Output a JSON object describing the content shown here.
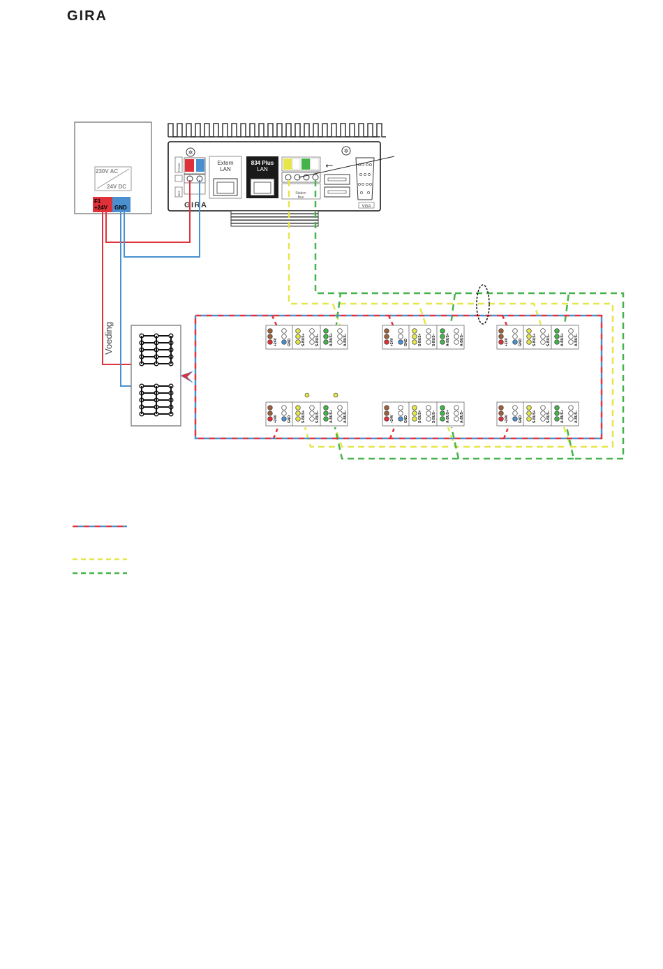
{
  "header": {
    "logo": "GIRA"
  },
  "psu": {
    "input_label": "230V AC",
    "output_label": "24V DC",
    "f1": "F1",
    "plus": "+24V",
    "gnd": "GND"
  },
  "server": {
    "brand": "GIRA",
    "power_label": "Power",
    "bus_label": "Bus",
    "ext_lan_line1": "Extern",
    "ext_lan_line2": "LAN",
    "lan_line1": "834 Plus",
    "lan_line2": "LAN",
    "station_bus_line1": "Station",
    "station_bus_line2": "Bus",
    "vga": "VGA"
  },
  "distribution": {
    "label": "Voeding"
  },
  "station_modules": {
    "labels": [
      "+24V",
      "GND",
      "S-BUS+",
      "S-BUS–",
      "A-BUS+",
      "A-BUS–"
    ]
  },
  "legend": {
    "items": [
      "",
      "",
      ""
    ]
  },
  "colors": {
    "red": "#e0303a",
    "blue": "#4a90d0",
    "yellow": "#e6e64a",
    "green": "#44b44a",
    "brown": "#a0603a",
    "dark": "#1a1a1a",
    "gray": "#808080"
  }
}
